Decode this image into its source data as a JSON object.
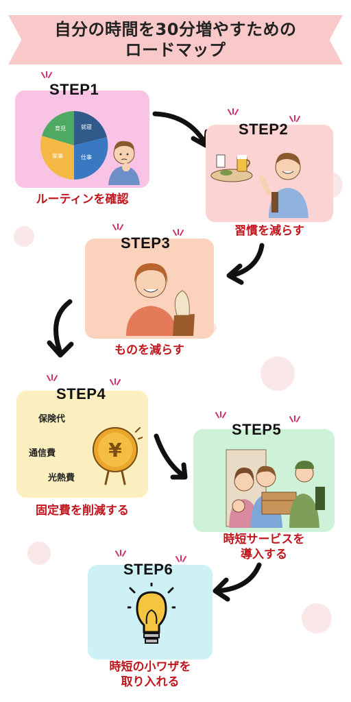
{
  "title": {
    "line1": "自分の時間を30分増やすための",
    "line2": "ロードマップ"
  },
  "steps": [
    {
      "label": "STEP1",
      "caption": "ルーティンを確認",
      "pie": {
        "childcare": "育児",
        "sleep": "就寝",
        "housework": "家事",
        "work": "仕事"
      }
    },
    {
      "label": "STEP2",
      "caption": "習慣を減らす"
    },
    {
      "label": "STEP3",
      "caption": "ものを減らす"
    },
    {
      "label": "STEP4",
      "caption": "固定費を削減する",
      "items": [
        "保険代",
        "通信費",
        "光熱費"
      ],
      "coin_symbol": "¥"
    },
    {
      "label": "STEP5",
      "caption_line1": "時短サービスを",
      "caption_line2": "導入する"
    },
    {
      "label": "STEP6",
      "caption_line1": "時短の小ワザを",
      "caption_line2": "取り入れる"
    }
  ],
  "colors": {
    "banner": "#f9c9c9",
    "step1": "#f9c3e6",
    "step2": "#fcd3d3",
    "step3": "#fbd3bd",
    "step4": "#fcefbf",
    "step5": "#cdf2d7",
    "step6": "#cdf1f5",
    "caption": "#c0161d"
  }
}
